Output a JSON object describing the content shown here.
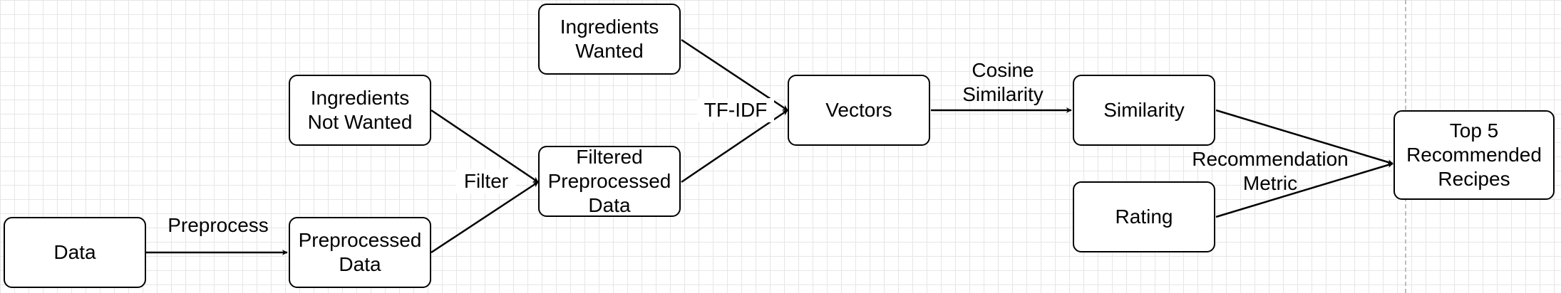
{
  "nodes": {
    "data": "Data",
    "preprocessed_data": "Preprocessed\nData",
    "ingredients_not_wanted": "Ingredients\nNot Wanted",
    "ingredients_wanted": "Ingredients\nWanted",
    "filtered_preprocessed_data": "Filtered\nPreprocessed\nData",
    "vectors": "Vectors",
    "similarity": "Similarity",
    "rating": "Rating",
    "top5": "Top 5\nRecommended\nRecipes"
  },
  "edge_labels": {
    "preprocess": "Preprocess",
    "filter": "Filter",
    "tfidf": "TF-IDF",
    "cosine_similarity": "Cosine\nSimilarity",
    "recommendation_metric": "Recommendation\nMetric"
  },
  "colors": {
    "stroke": "#000000",
    "grid": "#e6e6e6",
    "background": "#ffffff"
  }
}
